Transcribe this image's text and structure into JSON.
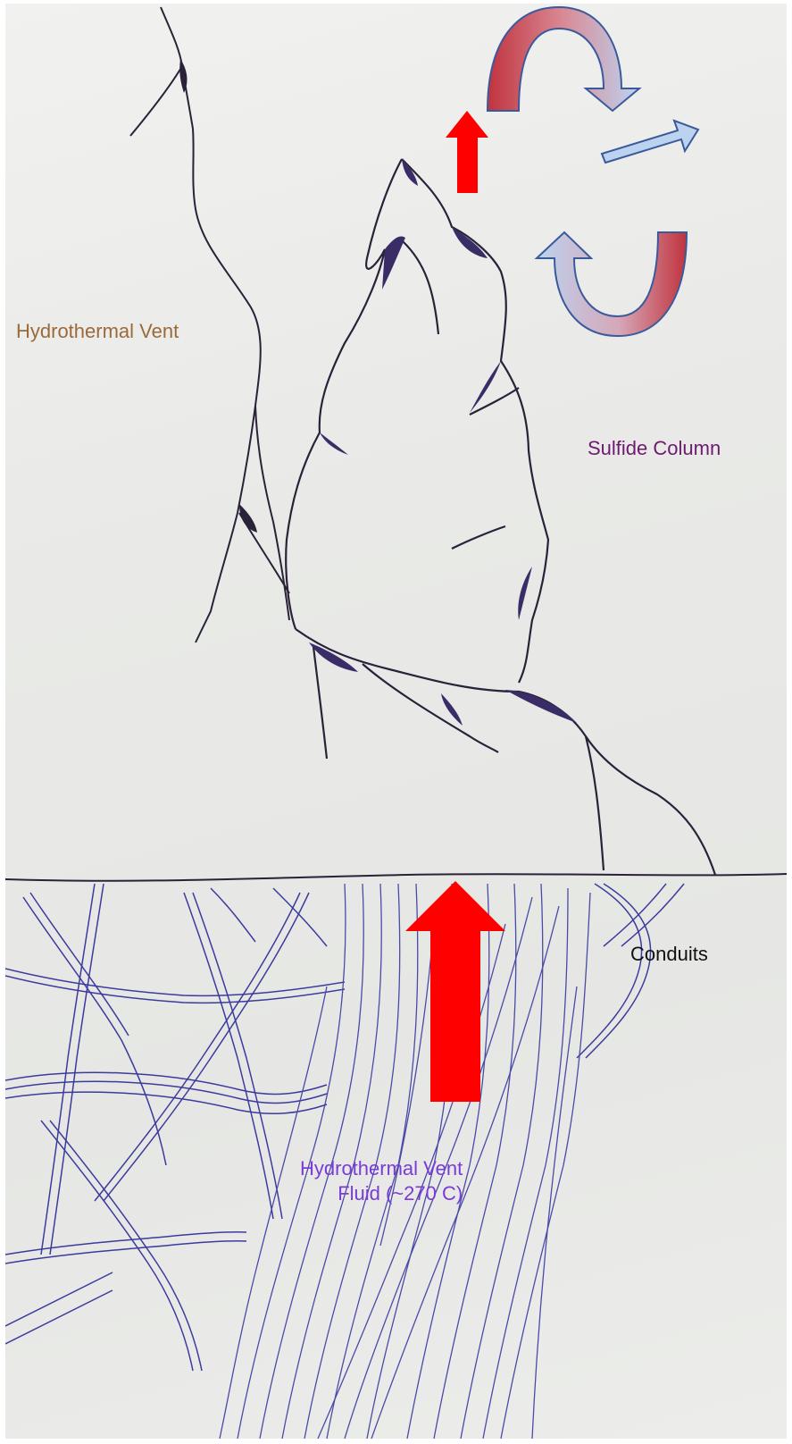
{
  "labels": {
    "hydrothermal_vent": "Hydrothermal Vent",
    "sulfide_column": "Sulfide Column",
    "conduits": "Conduits",
    "fluid_line1": "Hydrothermal Vent",
    "fluid_line2": "Fluid (~270 C)"
  },
  "colors": {
    "hydrothermal_vent_label": "#9a6a3a",
    "sulfide_column_label": "#6e1a6e",
    "conduits_label": "#111111",
    "fluid_label": "#7a3cd6",
    "heat_arrow": "#ff0000",
    "cold_arrow": "#bcd3f0",
    "warm_gradient": "#c0333e",
    "ink": "#2a2238",
    "blue_ink": "#3b3b9e"
  },
  "icons": [
    "upward-red-arrow-icon",
    "circulation-arrow-icon",
    "outflow-arrow-icon"
  ]
}
